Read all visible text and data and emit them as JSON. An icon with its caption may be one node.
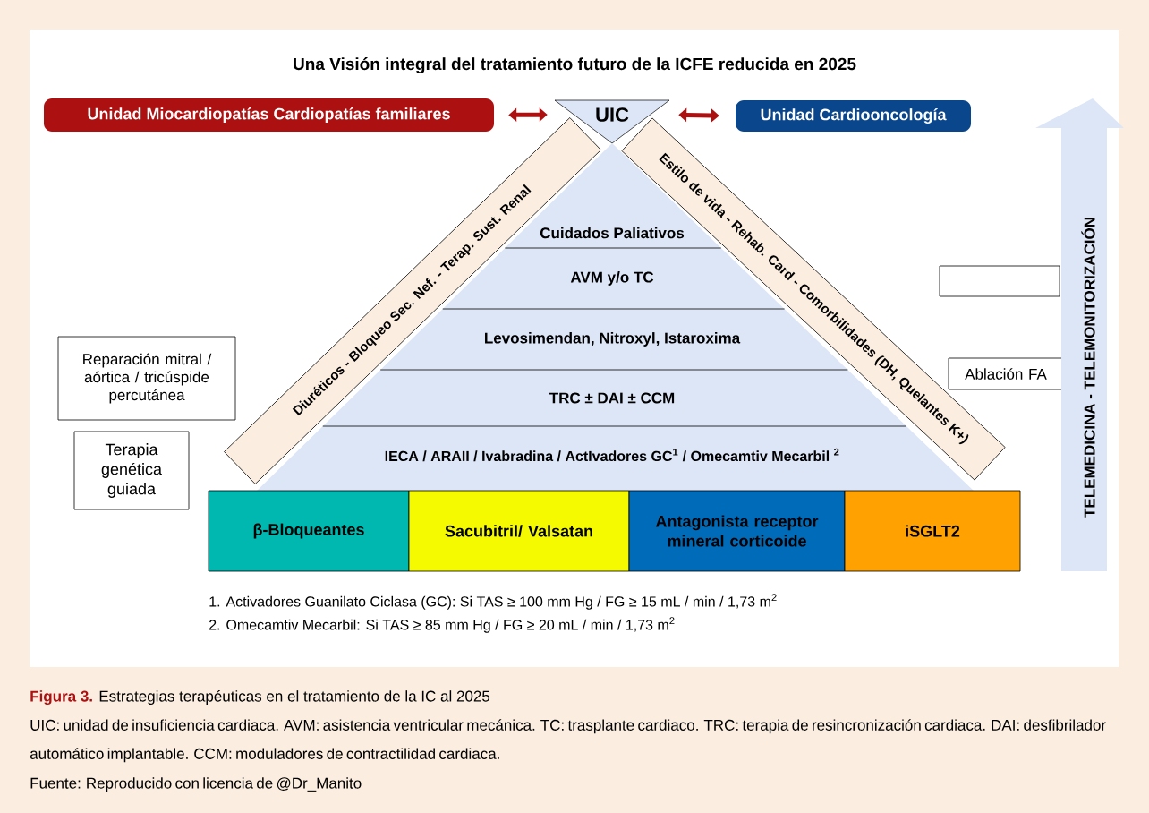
{
  "diagram": {
    "title": "Una Visión integral del tratamiento futuro de la ICFE reducida en 2025",
    "caption": "**Figura 3.** Estrategias terapéuticas en el tratamiento de la IC al 2025",
    "nodes": [
      {
        "text": [
          "Unidad Miocardiopatías Cardiopatías familiares"
        ]
      },
      {
        "text": [
          "UIC"
        ]
      },
      {
        "text": [
          "Unidad Cardiooncología"
        ]
      },
      {
        "text": [
          "Diuréticos - Bloqueo Sec. Nef. - Terap. Sust. Renal"
        ]
      },
      {
        "text": [
          "Estilo de vida - Rehab. Card - Comorbilidades (DH, Quelantes K+)"
        ]
      },
      {
        "text": [
          "Cuidados Paliativos"
        ]
      },
      {
        "text": [
          "AVM y/o TC"
        ]
      },
      {
        "text": [
          "Levosimendan, Nitroxyl, Istaroxima"
        ]
      },
      {
        "text": [
          "TRC ± DAI ± CCM"
        ]
      },
      {
        "text": [
          "IECA / ARAII / Ivabradina / ActIvadores GC$^{1}$ / Omecamtiv Mecarbil $^{2}$"
        ]
      },
      {
        "text": [
          "Reparación mitral / aórtica / tricúspide percutánea"
        ]
      },
      {
        "text": [
          "Terapia genética guiada"
        ]
      },
      {
        "text": [],
        "shape": "box"
      },
      {
        "text": [
          "Ablación FA"
        ]
      },
      {
        "text": [
          "β-Bloqueantes"
        ]
      },
      {
        "text": [
          "Sacubitril/ Valsatan"
        ]
      },
      {
        "text": [
          "Antagonista receptor mineral corticoide"
        ]
      },
      {
        "text": [
          "iSGLT2"
        ]
      },
      {
        "text": [
          "TELEMEDICINA - TELEMONITORIZACIÓN"
        ]
      }
    ],
    "edges": [
      {
        "from": 0,
        "to": 1,
        "arrow": "both"
      },
      {
        "from": 1,
        "to": 2,
        "arrow": "both"
      }
    ],
    "labels": [
      "1. Activadores Guanilato Ciclasa (GC): Si TAS ≥ 100 mm Hg / FG ≥ 15 mL / min / 1,73 m$^{2}$",
      "2. Omecamtiv Mecarbil: Si TAS ≥ 85 mm Hg / FG ≥ 20 mL / min / 1,73 m$^{2}$",
      "UIC: unidad de insuficiencia cardiaca. AVM: asistencia ventricular mecánica. TC: trasplante cardiaco. TRC: terapia de resincronización cardiaca. DAI: desfibrilador automático implantable. CCM: moduladores de contractilidad cardiaca.",
      "Fuente: Reproducido con licencia de @Dr_Manito"
    ]
  }
}
